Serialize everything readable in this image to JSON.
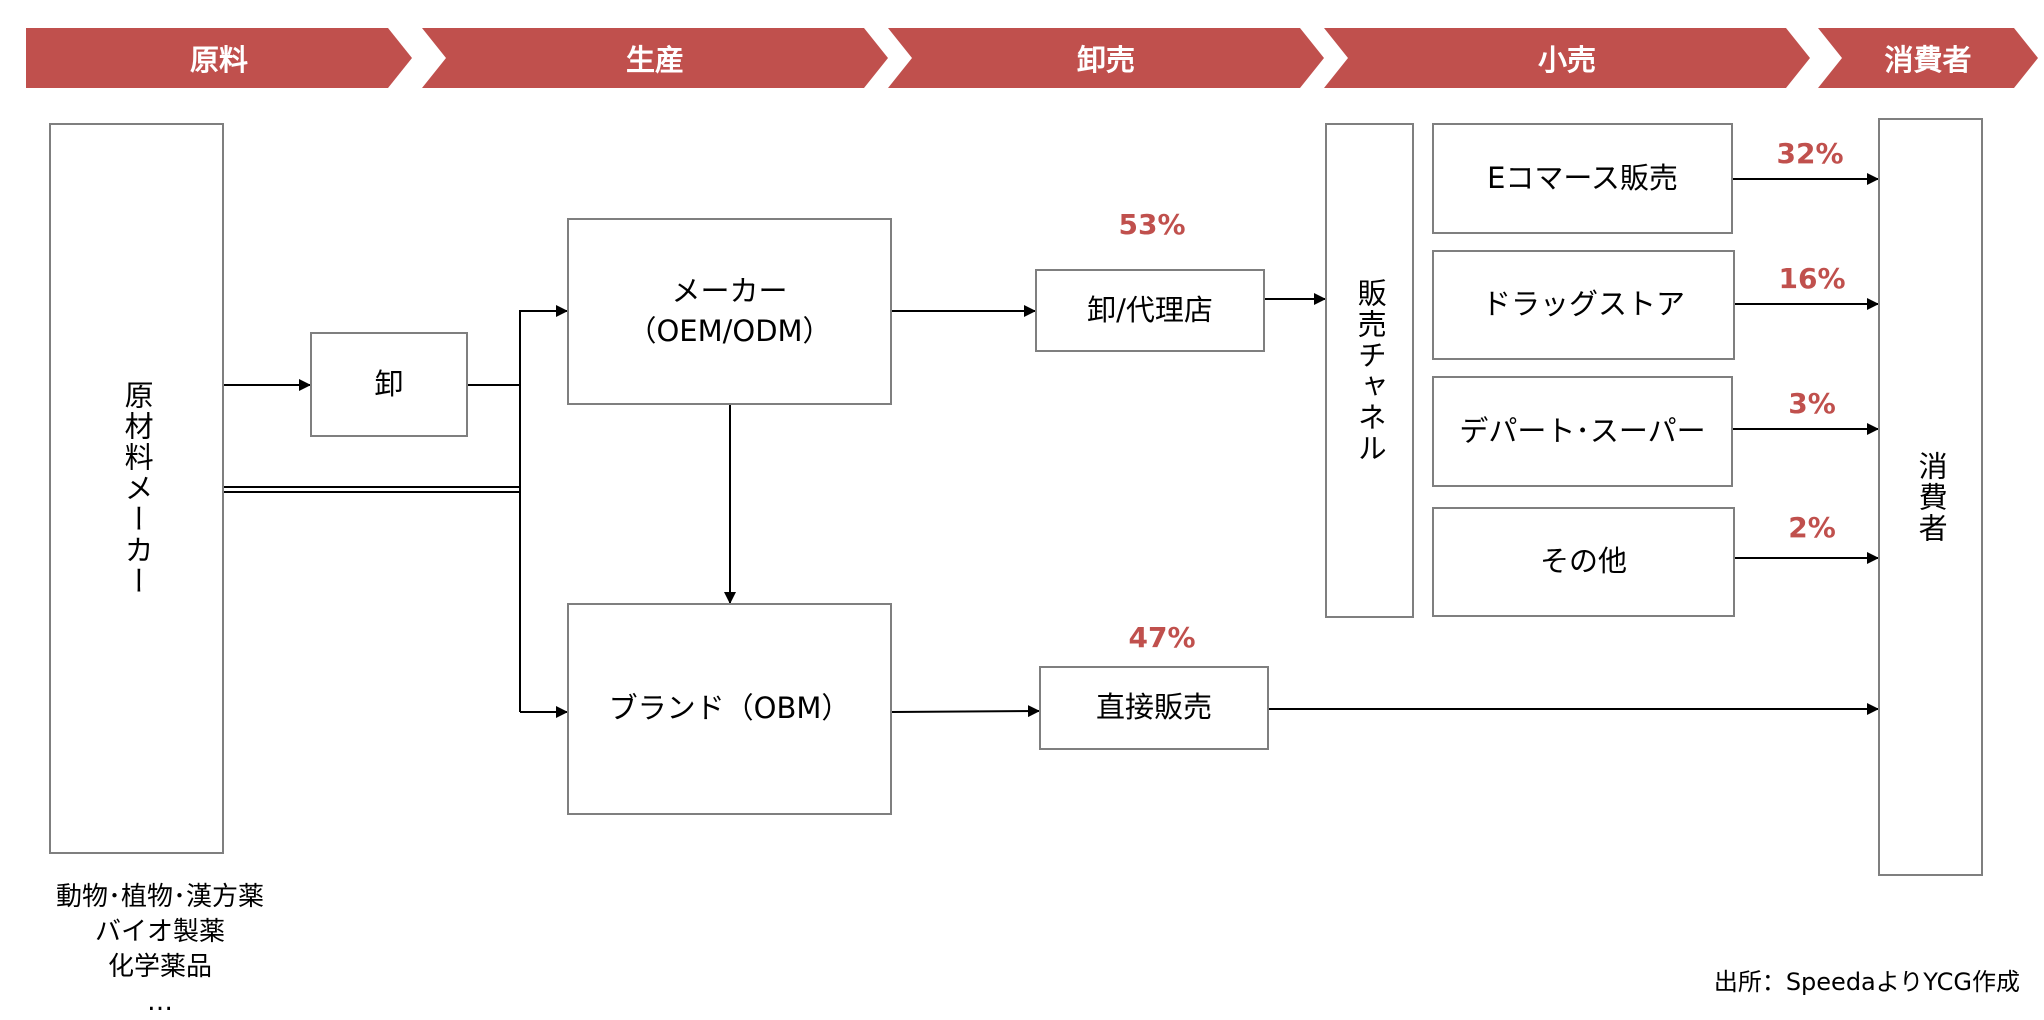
{
  "stages": [
    "原料",
    "生産",
    "卸売",
    "小売",
    "消費者"
  ],
  "colors": {
    "stage_fill": "#c0504d",
    "percent_text": "#c0504d",
    "box_border": "#7f7f7f"
  },
  "boxes": {
    "raw_maker": "原材料メーカー",
    "wholesale": "卸",
    "maker_line1": "メーカー",
    "maker_line2": "（OEM/ODM）",
    "brand": "ブランド（OBM）",
    "agent": "卸/代理店",
    "direct": "直接販売",
    "sales_channel": "販売チャネル",
    "consumer": "消費者"
  },
  "channels": [
    {
      "label": "Eコマース販売",
      "percent": "32%"
    },
    {
      "label": "ドラッグストア",
      "percent": "16%"
    },
    {
      "label": "デパート･スーパー",
      "percent": "3%"
    },
    {
      "label": "その他",
      "percent": "2%"
    }
  ],
  "flow_shares": {
    "via_agent": "53%",
    "direct": "47%"
  },
  "raw_materials": [
    "動物･植物･漢方薬",
    "バイオ製薬",
    "化学薬品",
    "…"
  ],
  "source": "出所：SpeedaよりYCG作成"
}
